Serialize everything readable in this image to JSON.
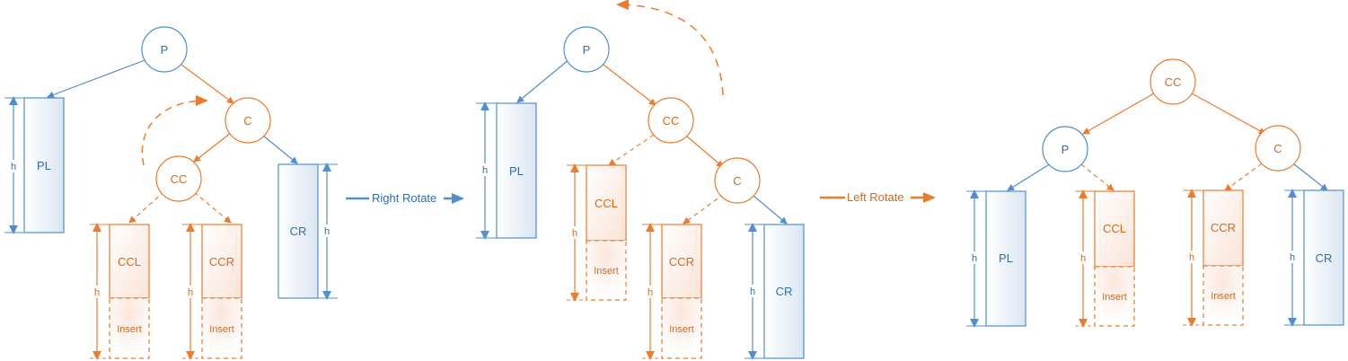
{
  "colors": {
    "blue": "#4f8fd0",
    "blue_text": "#2f6db0",
    "orange": "#ea7c2e",
    "orange_text": "#d3691c"
  },
  "labels": {
    "h": "h",
    "insert": "Insert",
    "right_rotate": "Right Rotate",
    "left_rotate": "Left Rotate"
  },
  "stage1": {
    "nodes": {
      "p": "P",
      "c": "C",
      "cc": "CC"
    },
    "subtrees": {
      "pl": "PL",
      "cr": "CR",
      "ccl": "CCL",
      "ccr": "CCR"
    }
  },
  "stage2": {
    "nodes": {
      "p": "P",
      "cc": "CC",
      "c": "C"
    },
    "subtrees": {
      "pl": "PL",
      "ccl": "CCL",
      "ccr": "CCR",
      "cr": "CR"
    }
  },
  "stage3": {
    "nodes": {
      "cc": "CC",
      "p": "P",
      "c": "C"
    },
    "subtrees": {
      "pl": "PL",
      "ccl": "CCL",
      "ccr": "CCR",
      "cr": "CR"
    }
  }
}
